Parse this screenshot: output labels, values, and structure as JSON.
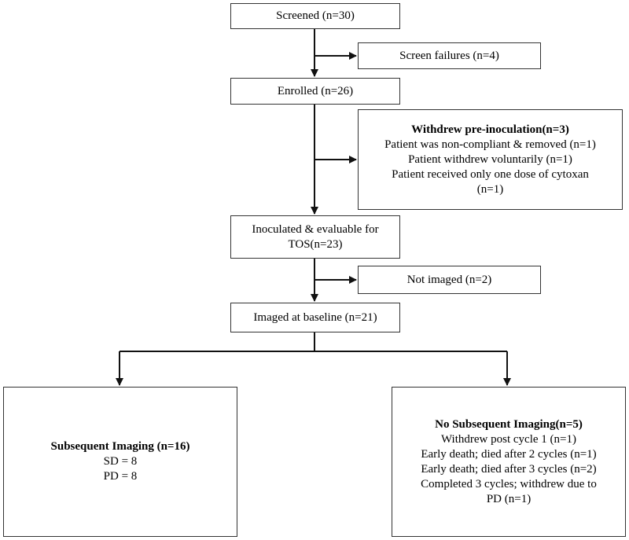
{
  "flow": {
    "screened": "Screened (n=30)",
    "screen_failures": "Screen failures  (n=4)",
    "enrolled": "Enrolled  (n=26)",
    "withdrew_pre": {
      "title": "Withdrew pre-inoculation(n=3)",
      "lines": [
        "Patient was non-compliant & removed (n=1)",
        "Patient withdrew voluntarily  (n=1)",
        "Patient received only one dose of cytoxan",
        "(n=1)"
      ]
    },
    "inoculated": [
      "Inoculated & evaluable for",
      "TOS(n=23)"
    ],
    "not_imaged": "Not imaged  (n=2)",
    "imaged_baseline": "Imaged at baseline  (n=21)",
    "subsequent": {
      "title": "Subsequent Imaging  (n=16)",
      "lines": [
        "SD = 8",
        "PD = 8"
      ]
    },
    "no_subsequent": {
      "title": "No Subsequent Imaging(n=5)",
      "lines": [
        "Withdrew post cycle 1  (n=1)",
        "Early death; died after 2 cycles (n=1)",
        "Early death; died after 3 cycles (n=2)",
        "Completed 3 cycles; withdrew due to",
        "PD (n=1)"
      ]
    }
  }
}
